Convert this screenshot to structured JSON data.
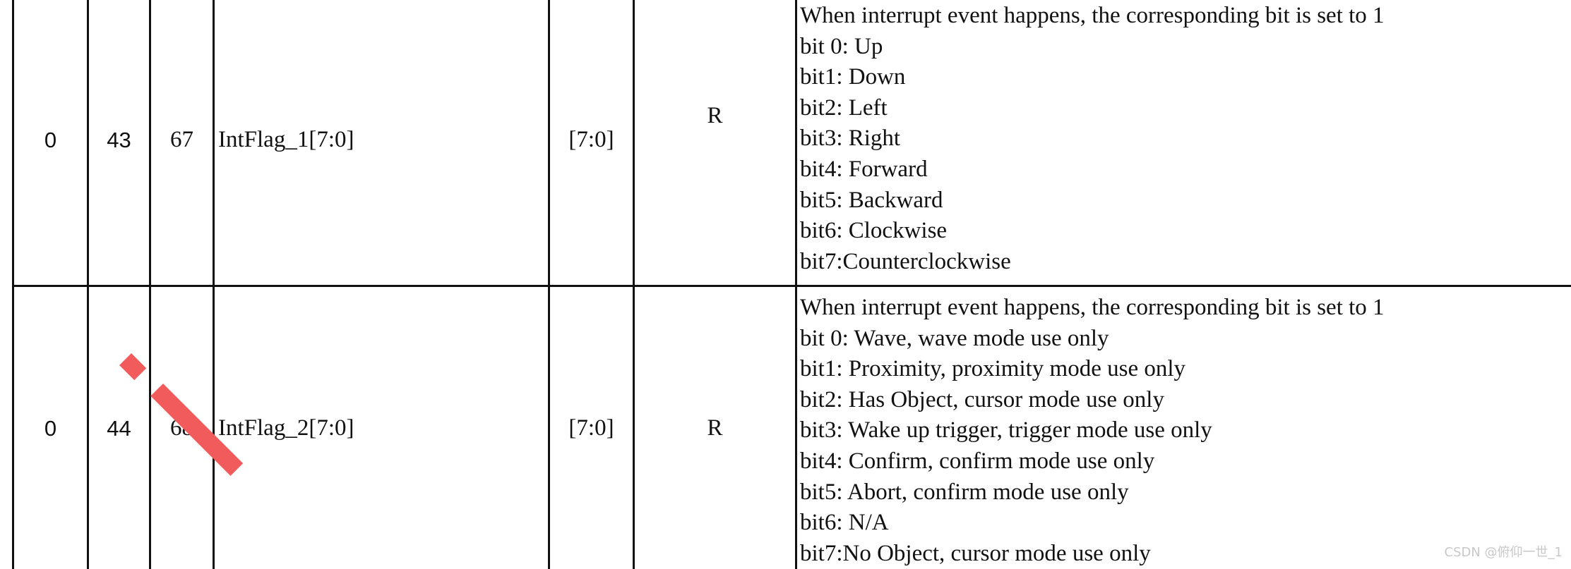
{
  "rows": [
    {
      "page": "0",
      "address_dec": "43",
      "address_hex": "67",
      "register_name": "IntFlag_1[7:0]",
      "bits": "[7:0]",
      "access": "R",
      "description": [
        "When interrupt event happens, the corresponding bit is set to 1",
        "bit 0: Up",
        "bit1: Down",
        "bit2: Left",
        "bit3: Right",
        "bit4: Forward",
        "bit5: Backward",
        "bit6: Clockwise",
        "bit7:Counterclockwise"
      ]
    },
    {
      "page": "0",
      "address_dec": "44",
      "address_hex": "68",
      "register_name": "IntFlag_2[7:0]",
      "bits": "[7:0]",
      "access": "R",
      "description": [
        "When interrupt event happens, the corresponding bit is set to 1",
        "bit 0: Wave, wave mode use only",
        "bit1: Proximity, proximity mode use only",
        "bit2: Has Object, cursor mode use only",
        "bit3: Wake up trigger, trigger mode use only",
        "bit4: Confirm, confirm mode use only",
        "bit5: Abort, confirm mode use only",
        "bit6: N/A",
        "bit7:No Object, cursor mode use only"
      ]
    }
  ],
  "annotation": {
    "color": "#f25b5b"
  },
  "watermark": {
    "text": "CSDN @俯仰一世_1"
  }
}
